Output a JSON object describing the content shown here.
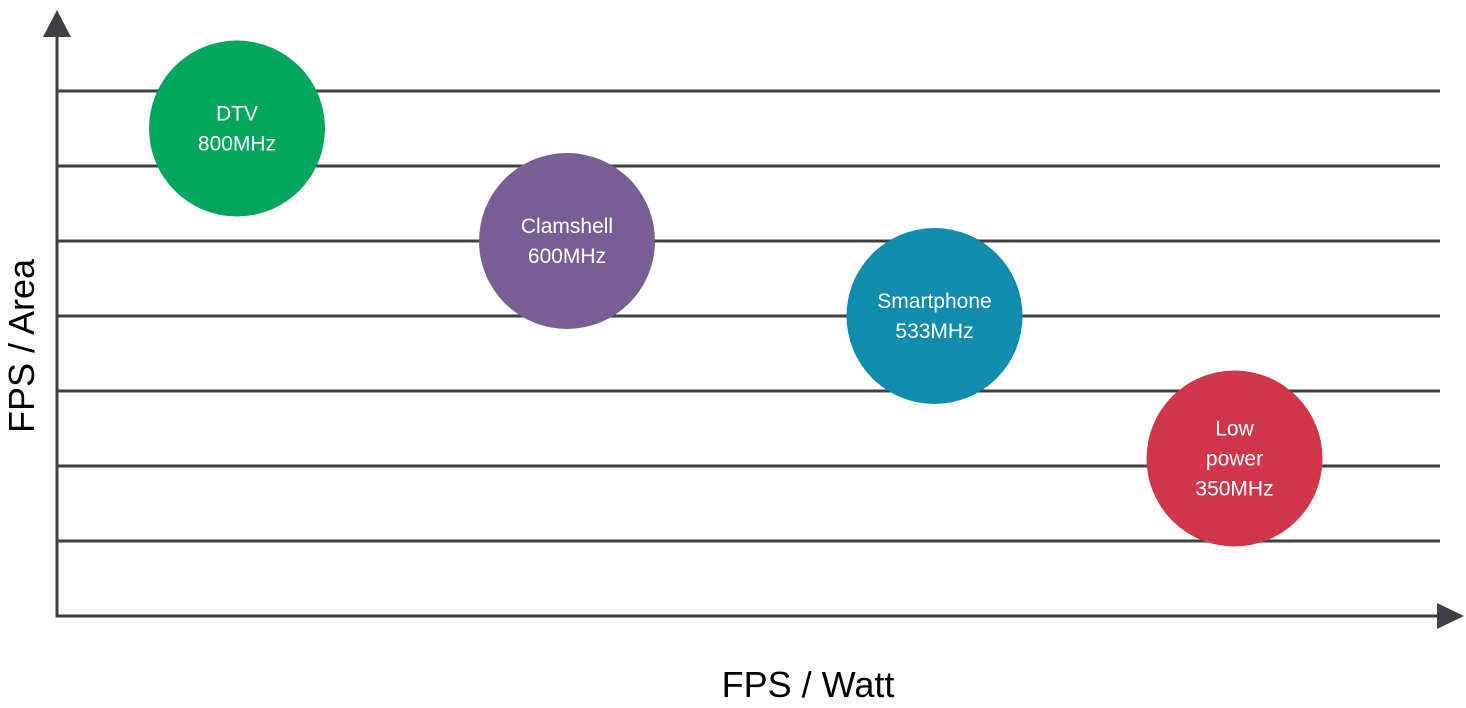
{
  "chart_data": {
    "type": "scatter",
    "title": "",
    "xlabel": "FPS / Watt",
    "ylabel": "FPS / Area",
    "xlim": [
      0,
      18.7
    ],
    "ylim": [
      0,
      8
    ],
    "grid": true,
    "y_gridlines": [
      1,
      2,
      3,
      4,
      5,
      6,
      7
    ],
    "legend": "none",
    "points": [
      {
        "name": "DTV",
        "freq": "800MHz",
        "lines": [
          "DTV",
          "800MHz"
        ],
        "x": 2.4,
        "y": 6.5,
        "color": "#00a65d"
      },
      {
        "name": "Clamshell",
        "freq": "600MHz",
        "lines": [
          "Clamshell",
          "600MHz"
        ],
        "x": 6.8,
        "y": 5.0,
        "color": "#775f96"
      },
      {
        "name": "Smartphone",
        "freq": "533MHz",
        "lines": [
          "Smartphone",
          "533MHz"
        ],
        "x": 11.7,
        "y": 4.0,
        "color": "#128cad"
      },
      {
        "name": "Low power",
        "freq": "350MHz",
        "lines": [
          "Low",
          "power",
          "350MHz"
        ],
        "x": 15.7,
        "y": 2.1,
        "color": "#cf364a"
      }
    ],
    "axis_color": "#3d4141"
  }
}
